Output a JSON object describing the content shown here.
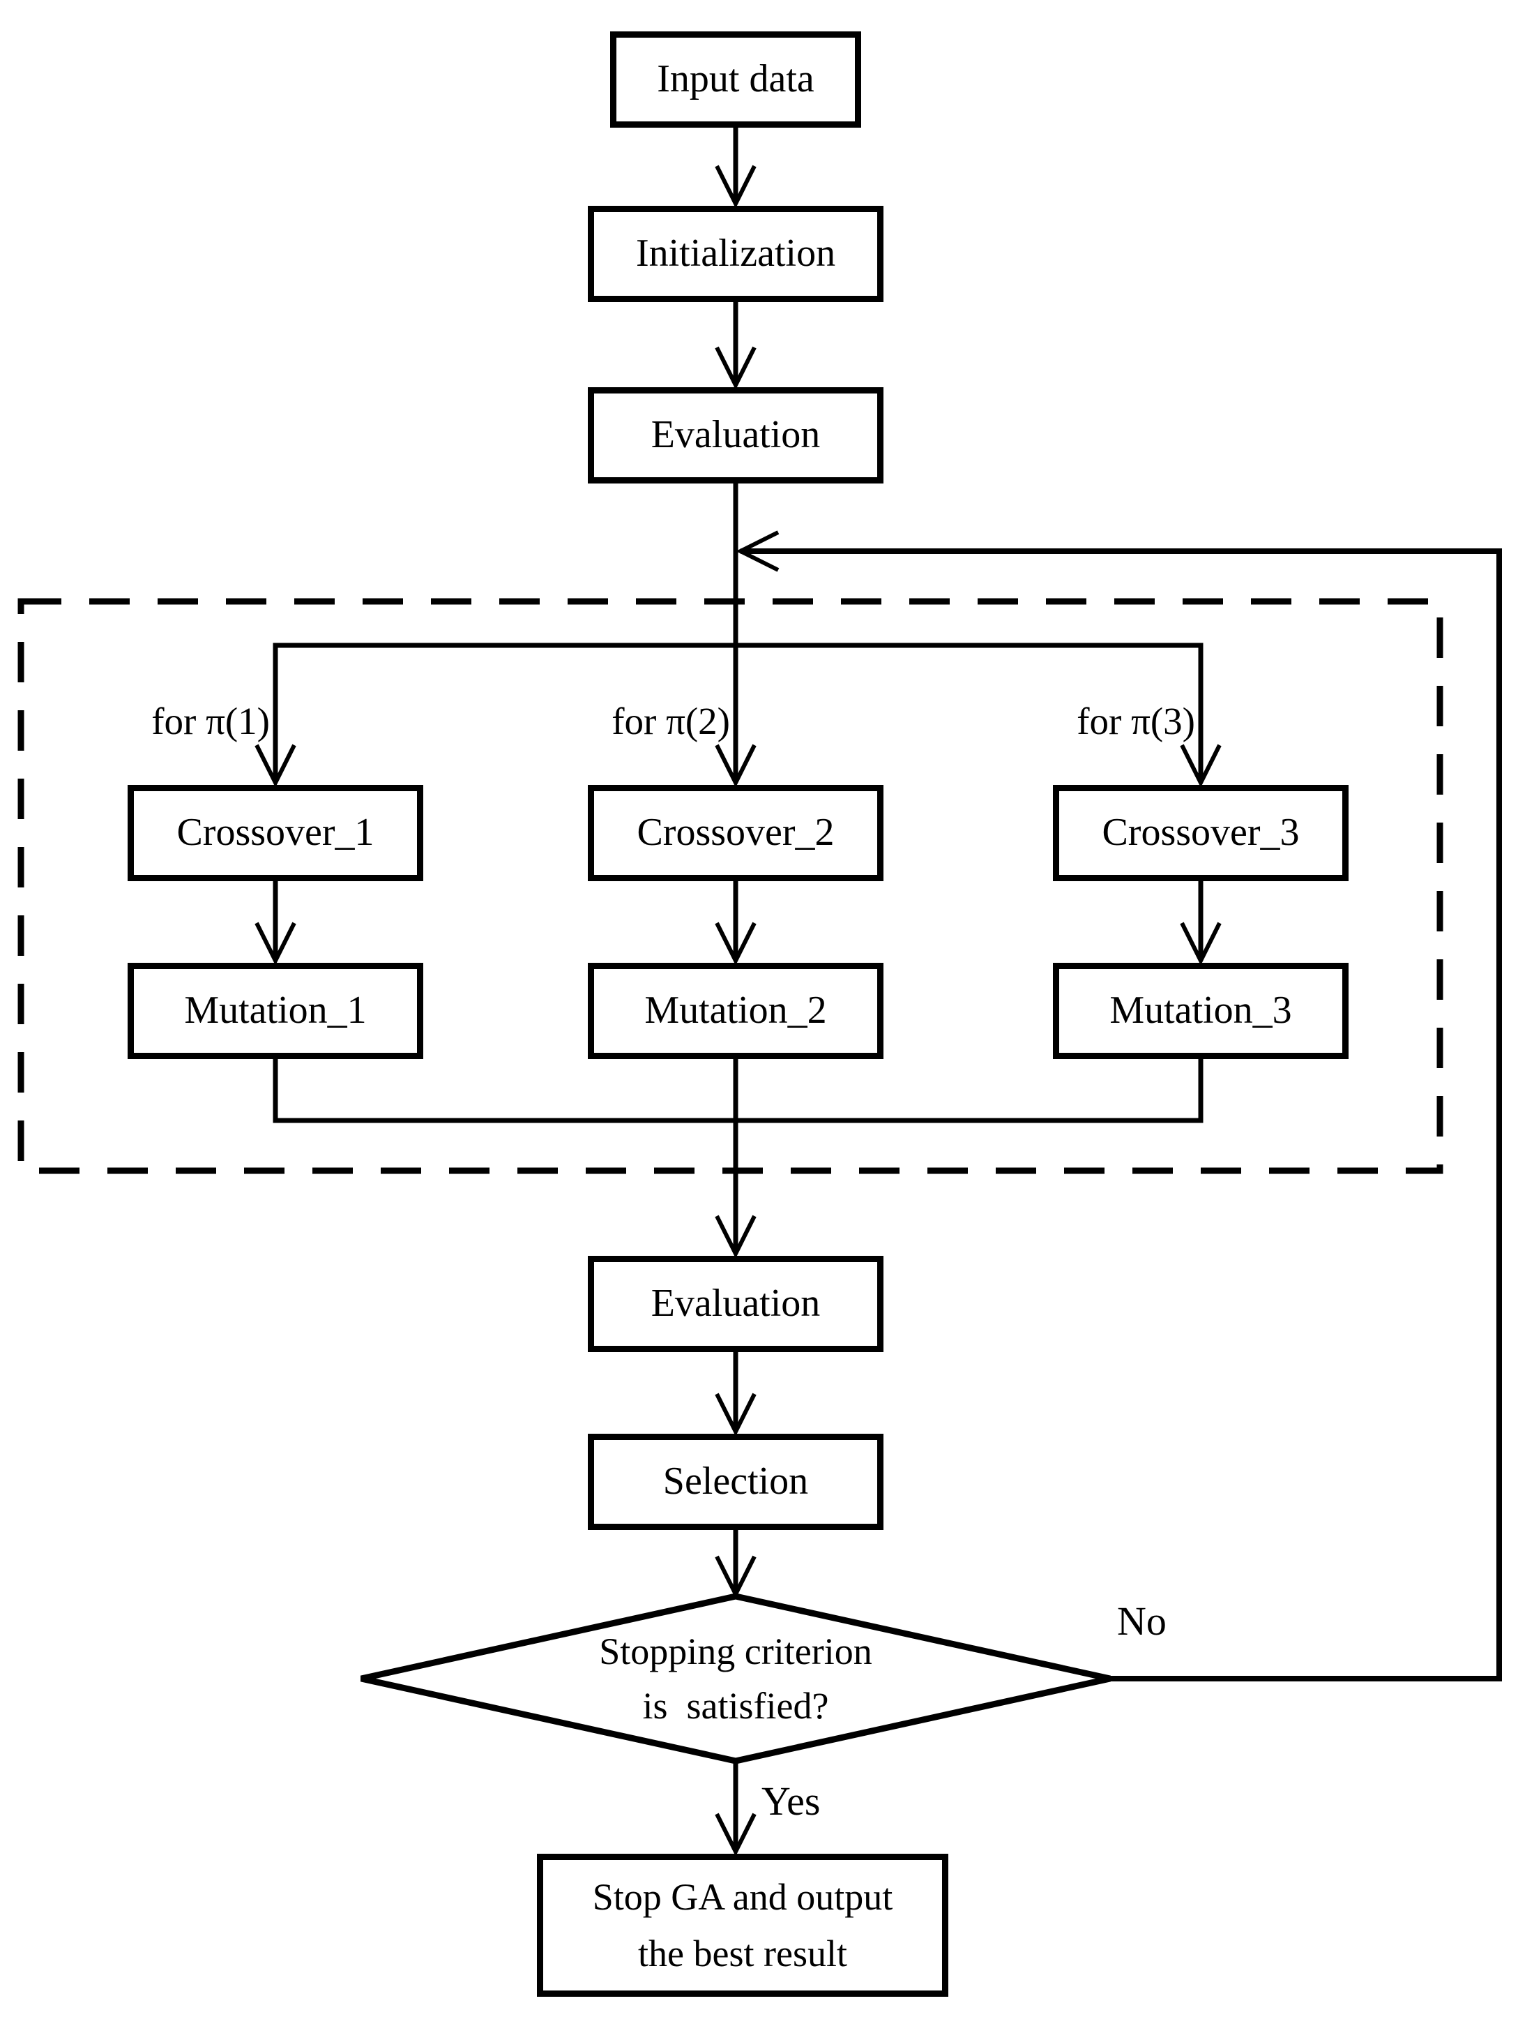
{
  "page": {
    "background": "#ffffff",
    "line_color": "#000000"
  },
  "nodes": {
    "input_data": "Input data",
    "initialization": "Initialization",
    "evaluation_top": "Evaluation",
    "crossover_1": "Crossover_1",
    "crossover_2": "Crossover_2",
    "crossover_3": "Crossover_3",
    "mutation_1": "Mutation_1",
    "mutation_2": "Mutation_2",
    "mutation_3": "Mutation_3",
    "evaluation_bottom": "Evaluation",
    "selection": "Selection"
  },
  "branch_labels": {
    "b1": "for π(1)",
    "b2": "for π(2)",
    "b3": "for π(3)"
  },
  "decision": {
    "line1": "Stopping criterion",
    "line2": "is  satisfied?"
  },
  "edge_labels": {
    "no": "No",
    "yes": "Yes"
  },
  "stop_node": {
    "line1": "Stop GA and output",
    "line2": "the best result"
  }
}
